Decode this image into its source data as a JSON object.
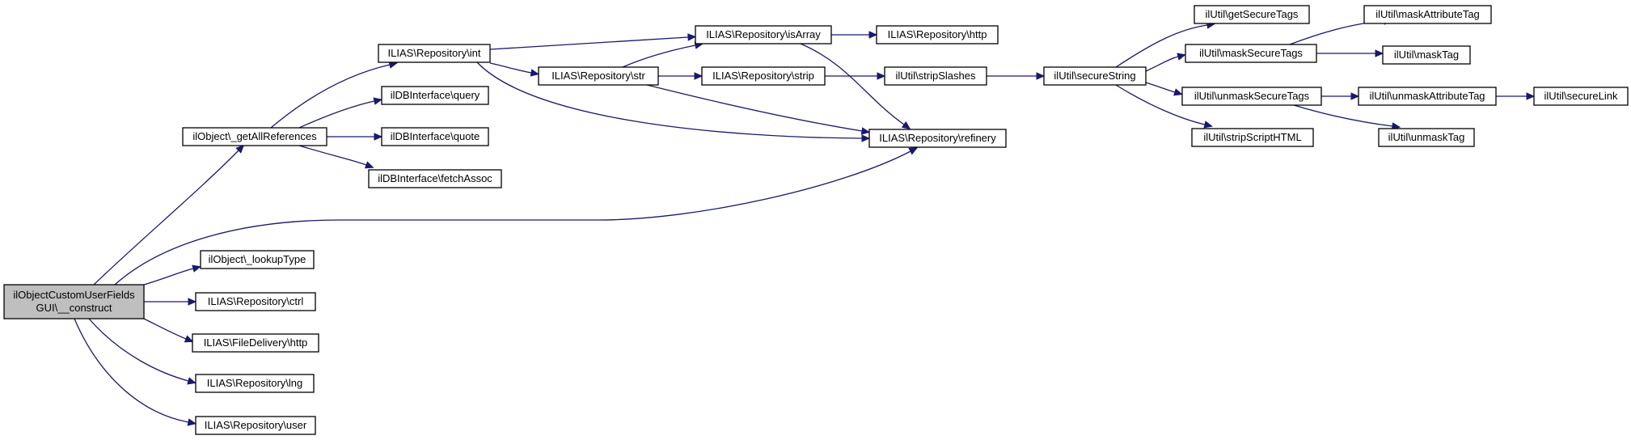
{
  "diagram": {
    "type": "call-graph",
    "colors": {
      "edge": "#191970",
      "node_border": "#000000",
      "node_fill": "#ffffff",
      "root_fill": "#bfbfbf"
    },
    "nodes": [
      {
        "id": "root",
        "lines": [
          "ilObjectCustomUserFields",
          "GUI\\__construct"
        ],
        "root": true
      },
      {
        "id": "getAllRefs",
        "lines": [
          "ilObject\\_getAllReferences"
        ]
      },
      {
        "id": "lookupType",
        "lines": [
          "ilObject\\_lookupType"
        ]
      },
      {
        "id": "ctrl",
        "lines": [
          "ILIAS\\Repository\\ctrl"
        ]
      },
      {
        "id": "fdHttp",
        "lines": [
          "ILIAS\\FileDelivery\\http"
        ]
      },
      {
        "id": "lng",
        "lines": [
          "ILIAS\\Repository\\lng"
        ]
      },
      {
        "id": "user",
        "lines": [
          "ILIAS\\Repository\\user"
        ]
      },
      {
        "id": "int",
        "lines": [
          "ILIAS\\Repository\\int"
        ]
      },
      {
        "id": "query",
        "lines": [
          "ilDBInterface\\query"
        ]
      },
      {
        "id": "quote",
        "lines": [
          "ilDBInterface\\quote"
        ]
      },
      {
        "id": "fetchAssoc",
        "lines": [
          "ilDBInterface\\fetchAssoc"
        ]
      },
      {
        "id": "str",
        "lines": [
          "ILIAS\\Repository\\str"
        ]
      },
      {
        "id": "isArray",
        "lines": [
          "ILIAS\\Repository\\isArray"
        ]
      },
      {
        "id": "strip",
        "lines": [
          "ILIAS\\Repository\\strip"
        ]
      },
      {
        "id": "repoHttp",
        "lines": [
          "ILIAS\\Repository\\http"
        ]
      },
      {
        "id": "refinery",
        "lines": [
          "ILIAS\\Repository\\refinery"
        ]
      },
      {
        "id": "stripSlashes",
        "lines": [
          "ilUtil\\stripSlashes"
        ]
      },
      {
        "id": "secureString",
        "lines": [
          "ilUtil\\secureString"
        ]
      },
      {
        "id": "getSecureTags",
        "lines": [
          "ilUtil\\getSecureTags"
        ]
      },
      {
        "id": "maskSecureTags",
        "lines": [
          "ilUtil\\maskSecureTags"
        ]
      },
      {
        "id": "unmaskSecureTags",
        "lines": [
          "ilUtil\\unmaskSecureTags"
        ]
      },
      {
        "id": "stripScriptHTML",
        "lines": [
          "ilUtil\\stripScriptHTML"
        ]
      },
      {
        "id": "maskAttributeTag",
        "lines": [
          "ilUtil\\maskAttributeTag"
        ]
      },
      {
        "id": "maskTag",
        "lines": [
          "ilUtil\\maskTag"
        ]
      },
      {
        "id": "unmaskAttributeTag",
        "lines": [
          "ilUtil\\unmaskAttributeTag"
        ]
      },
      {
        "id": "unmaskTag",
        "lines": [
          "ilUtil\\unmaskTag"
        ]
      },
      {
        "id": "secureLink",
        "lines": [
          "ilUtil\\secureLink"
        ]
      }
    ],
    "edges": [
      {
        "from": "root",
        "to": "getAllRefs"
      },
      {
        "from": "root",
        "to": "refinery"
      },
      {
        "from": "root",
        "to": "lookupType"
      },
      {
        "from": "root",
        "to": "ctrl"
      },
      {
        "from": "root",
        "to": "fdHttp"
      },
      {
        "from": "root",
        "to": "lng"
      },
      {
        "from": "root",
        "to": "user"
      },
      {
        "from": "getAllRefs",
        "to": "int"
      },
      {
        "from": "getAllRefs",
        "to": "query"
      },
      {
        "from": "getAllRefs",
        "to": "quote"
      },
      {
        "from": "getAllRefs",
        "to": "fetchAssoc"
      },
      {
        "from": "int",
        "to": "isArray"
      },
      {
        "from": "int",
        "to": "str"
      },
      {
        "from": "int",
        "to": "refinery"
      },
      {
        "from": "str",
        "to": "isArray"
      },
      {
        "from": "str",
        "to": "strip"
      },
      {
        "from": "str",
        "to": "refinery"
      },
      {
        "from": "isArray",
        "to": "repoHttp"
      },
      {
        "from": "isArray",
        "to": "refinery"
      },
      {
        "from": "strip",
        "to": "stripSlashes"
      },
      {
        "from": "stripSlashes",
        "to": "secureString"
      },
      {
        "from": "secureString",
        "to": "getSecureTags"
      },
      {
        "from": "secureString",
        "to": "maskSecureTags"
      },
      {
        "from": "secureString",
        "to": "unmaskSecureTags"
      },
      {
        "from": "secureString",
        "to": "stripScriptHTML"
      },
      {
        "from": "maskSecureTags",
        "to": "maskAttributeTag"
      },
      {
        "from": "maskSecureTags",
        "to": "maskTag"
      },
      {
        "from": "unmaskSecureTags",
        "to": "unmaskAttributeTag"
      },
      {
        "from": "unmaskSecureTags",
        "to": "unmaskTag"
      },
      {
        "from": "unmaskAttributeTag",
        "to": "secureLink"
      }
    ]
  }
}
